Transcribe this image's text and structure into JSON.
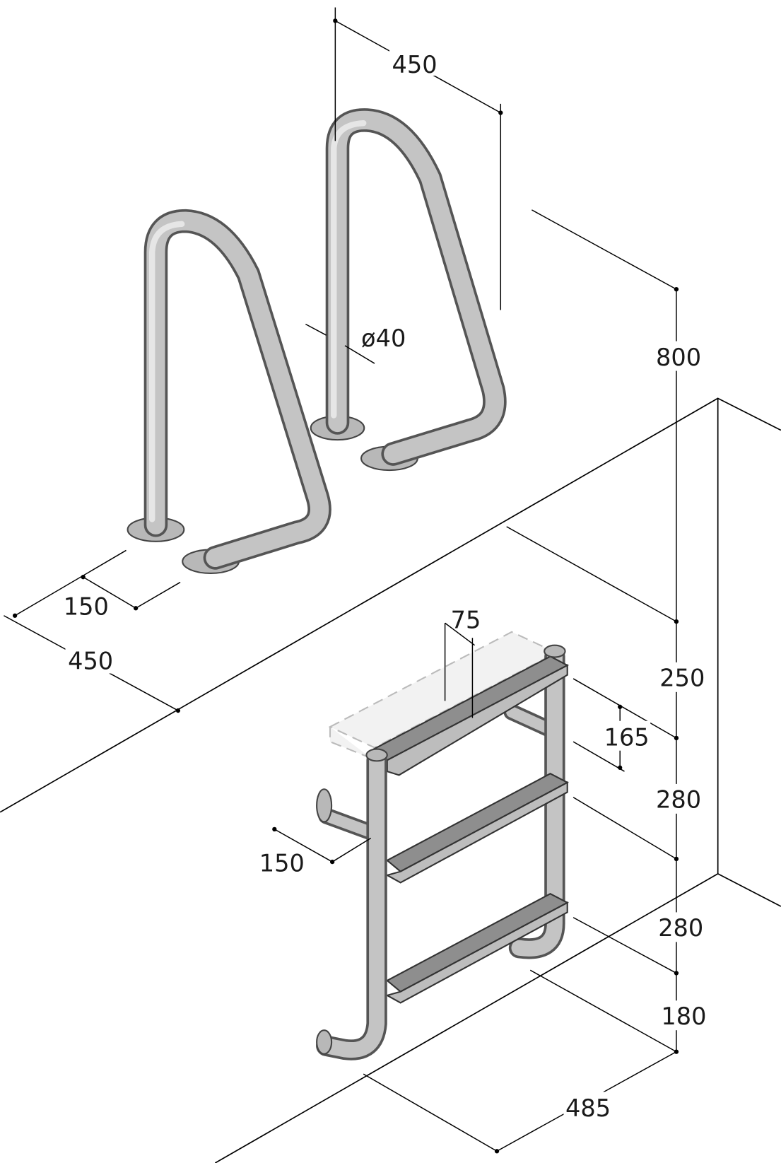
{
  "labels": {
    "top_width": "450",
    "tube_diameter": "ø40",
    "rail_height": "800",
    "rail_spacing": "150",
    "rail_depth": "450",
    "step_offset": "75",
    "first_step_drop": "250",
    "step_depth": "165",
    "step_spacing_1": "280",
    "wall_distance": "150",
    "step_spacing_2": "280",
    "bottom_clearance": "180",
    "ladder_width": "485"
  }
}
